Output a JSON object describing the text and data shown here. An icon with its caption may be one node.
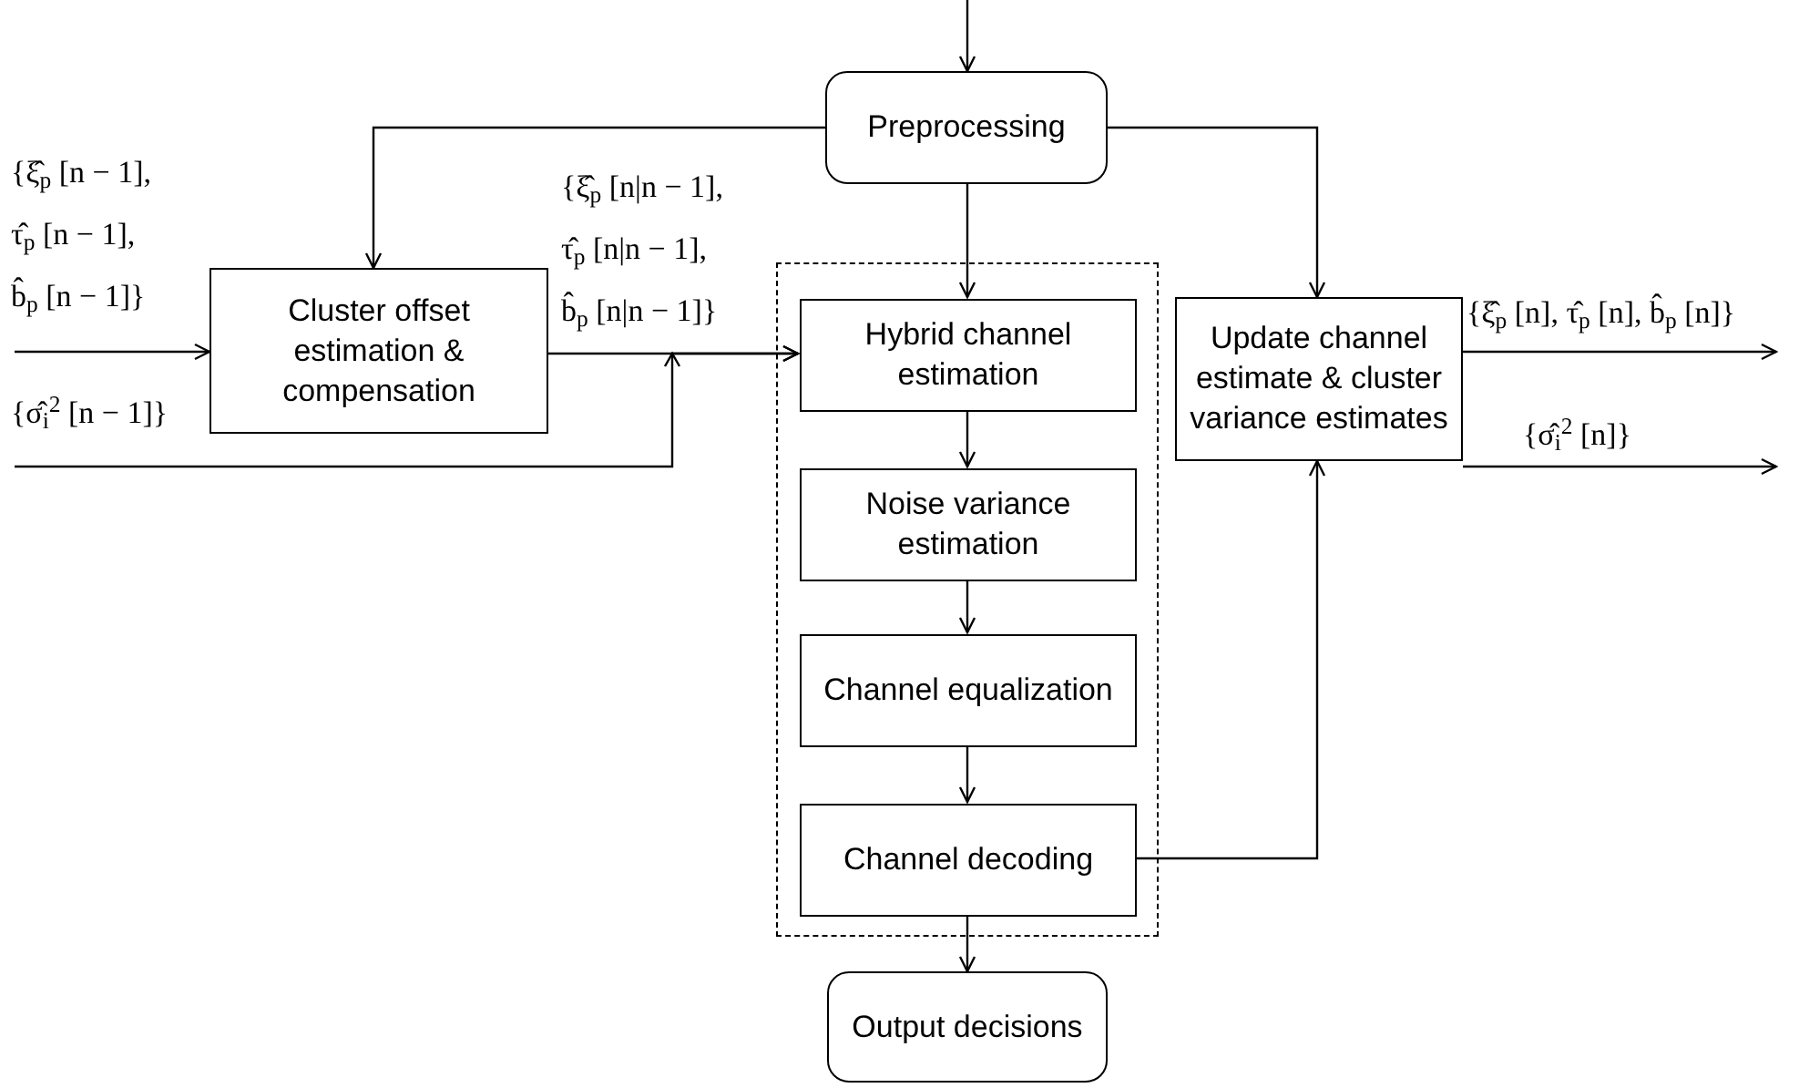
{
  "diagram": {
    "nodes": [
      {
        "text": [
          "Preprocessing"
        ]
      },
      {
        "text": [
          "Cluster offset estimation & compensation"
        ]
      },
      {
        "text": [],
        "shape": "box"
      },
      {
        "text": [
          "Hybrid channel estimation"
        ],
        "in": 2
      },
      {
        "text": [
          "Noise variance estimation"
        ],
        "in": 2
      },
      {
        "text": [
          "Channel equalization"
        ],
        "in": 2
      },
      {
        "text": [
          "Channel decoding"
        ],
        "in": 2
      },
      {
        "text": [
          "Update channel estimate & cluster variance estimates"
        ]
      },
      {
        "text": [
          "Output decisions"
        ]
      }
    ],
    "edges": [
      {
        "from": null,
        "to": 0,
        "arrow": "to"
      },
      {
        "from": 0,
        "to": 1,
        "arrow": "to"
      },
      {
        "from": 0,
        "to": 3,
        "arrow": "to"
      },
      {
        "from": 0,
        "to": 7,
        "arrow": "to"
      },
      {
        "from": null,
        "to": 1,
        "arrow": "to",
        "label": "{ξ̂$_{p}$ [n − 1], τ̂$_{p}$ [n − 1], b̂$_{p}$ [n − 1]}"
      },
      {
        "from": null,
        "to": 3,
        "arrow": "to",
        "label": "{σ̂$_{i}$$^{2}$ [n − 1]}"
      },
      {
        "from": 1,
        "to": 3,
        "arrow": "to",
        "label": "{ξ̂$_{p}$ [n|n − 1], τ̂$_{p}$ [n|n − 1], b̂$_{p}$ [n|n − 1]}"
      },
      {
        "from": 3,
        "to": 4,
        "arrow": "to"
      },
      {
        "from": 4,
        "to": 5,
        "arrow": "to"
      },
      {
        "from": 5,
        "to": 6,
        "arrow": "to"
      },
      {
        "from": 6,
        "to": 8,
        "arrow": "to"
      },
      {
        "from": 6,
        "to": 7,
        "arrow": "to"
      },
      {
        "from": 7,
        "to": null,
        "arrow": "to",
        "label": "{ξ̂$_{p}$ [n], τ̂$_{p}$ [n], b̂$_{p}$ [n]}"
      },
      {
        "from": 7,
        "to": null,
        "arrow": "to",
        "label": "{σ̂$_{i}$$^{2}$ [n]}"
      }
    ]
  }
}
